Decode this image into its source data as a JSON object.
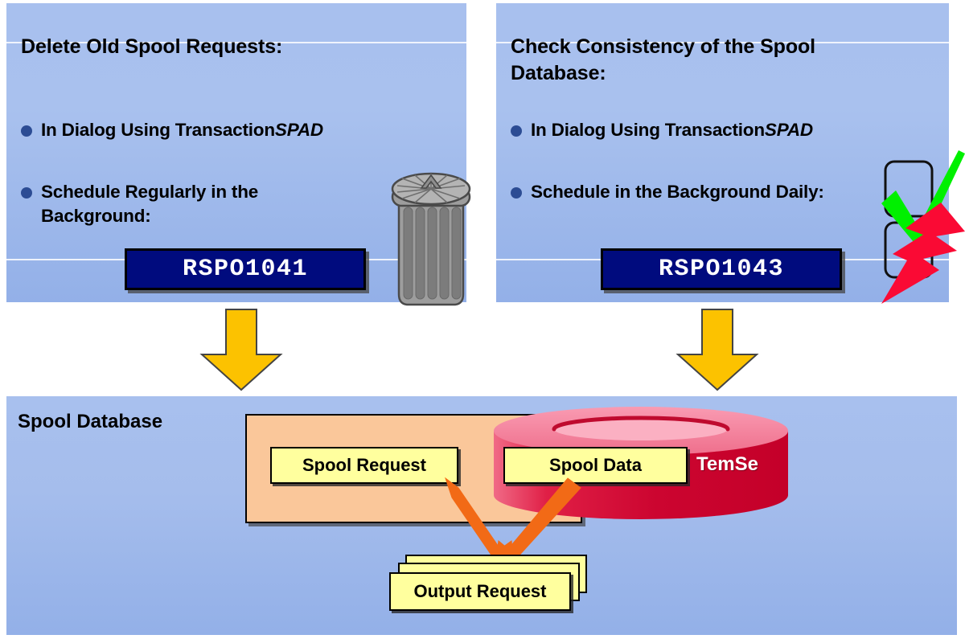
{
  "slide": {
    "title_hidden": "",
    "panels": {
      "left": {
        "heading": "Delete Old Spool Requests:",
        "bullets": [
          {
            "text": "In Dialog Using Transaction",
            "emphasis": "SPAD"
          },
          {
            "text": "Schedule Regularly in the Background:",
            "emphasis": ""
          }
        ],
        "report_code": "RSPO1041",
        "icon": "trash-can-icon"
      },
      "right": {
        "heading": "Check Consistency of the Spool Database:",
        "bullets": [
          {
            "text": "In Dialog Using Transaction",
            "emphasis": "SPAD"
          },
          {
            "text": "Schedule in the Background Daily:",
            "emphasis": ""
          }
        ],
        "report_code": "RSPO1043",
        "icons": [
          "checkbox-icon",
          "checkbox-icon",
          "green-check-icon",
          "red-lightning-icon"
        ]
      },
      "bottom": {
        "label": "Spool Database",
        "spool_request_label": "Spool Request",
        "spool_data_label": "Spool Data",
        "temse_label": "TemSe",
        "output_request_label": "Output Request",
        "output_request_stack_count": 3
      }
    },
    "arrows": {
      "down_arrow_count": 2,
      "flow_arrow_count": 2,
      "down_arrow_color": "#fcc200",
      "flow_arrow_color": "#f26a16"
    },
    "colors": {
      "panel_top": "#a8c0ee",
      "panel_bottom": "#93b0e8",
      "badge_fill": "#000b7e",
      "badge_text": "#ffffff",
      "bullet_dot": "#2c4c94",
      "orange_box": "#fac79a",
      "note_fill": "#ffff9e",
      "temse_body": "#d2062f",
      "temse_top": "#f48aa4",
      "check_green": "#00e800",
      "lightning_red": "#fa0032",
      "trash_gray": "#9b9b9b"
    }
  }
}
